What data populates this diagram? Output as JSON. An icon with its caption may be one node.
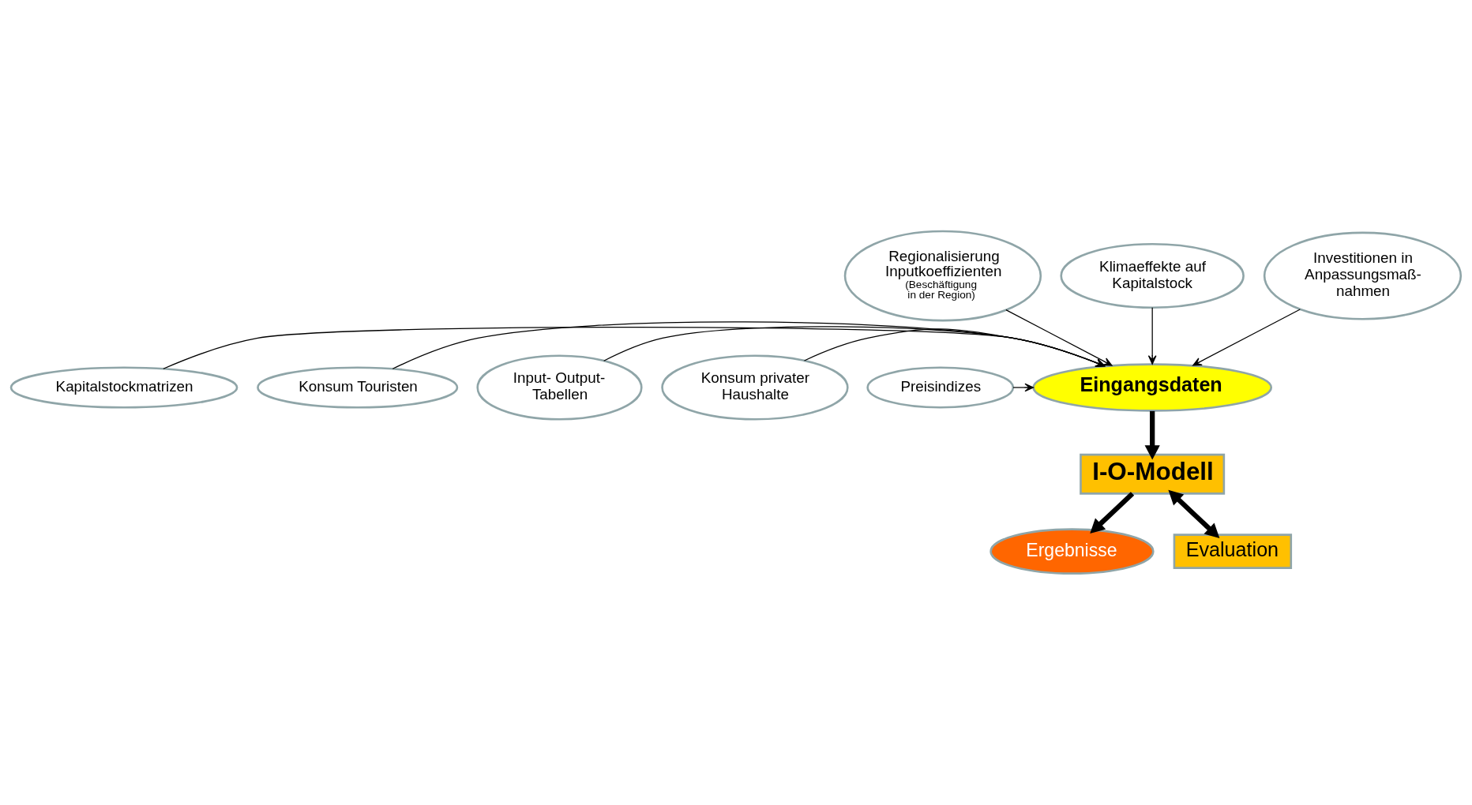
{
  "diagram": {
    "nodes": [
      {
        "text": [
          "Regionalisierung Inputkoeffizienten",
          "(Beschäftigung in der Region)"
        ]
      },
      {
        "text": [
          "Klimaeffekte auf Kapitalstock"
        ]
      },
      {
        "text": [
          "Investitionen in Anpassungsmaß- nahmen"
        ]
      },
      {
        "text": [
          "Kapitalstockmatrizen"
        ]
      },
      {
        "text": [
          "Konsum Touristen"
        ]
      },
      {
        "text": [
          "Eingangsdaten"
        ]
      },
      {
        "text": [
          "Input- Output- Tabellen"
        ]
      },
      {
        "text": [
          "Konsum privater Haushalte"
        ]
      },
      {
        "text": [
          "Preisindizes"
        ]
      },
      {
        "text": [
          "I-O-Modell"
        ]
      },
      {
        "text": [
          "Ergebnisse"
        ]
      },
      {
        "text": [
          "Evaluation"
        ]
      }
    ],
    "edges": [
      {
        "from": 0,
        "to": 5,
        "arrow": "to"
      },
      {
        "from": 1,
        "to": 5,
        "arrow": "to"
      },
      {
        "from": 2,
        "to": 5,
        "arrow": "to"
      },
      {
        "from": 3,
        "to": 5,
        "arrow": "to"
      },
      {
        "from": 4,
        "to": 5,
        "arrow": "to"
      },
      {
        "from": 6,
        "to": 5,
        "arrow": "to"
      },
      {
        "from": 7,
        "to": 5,
        "arrow": "to"
      },
      {
        "from": 8,
        "to": 5,
        "arrow": "to"
      },
      {
        "from": 5,
        "to": 9,
        "arrow": "to",
        "style": "thick"
      },
      {
        "from": 9,
        "to": 10,
        "arrow": "to",
        "style": "thick"
      },
      {
        "from": 9,
        "to": 11,
        "arrow": "both",
        "style": "thick"
      }
    ]
  }
}
